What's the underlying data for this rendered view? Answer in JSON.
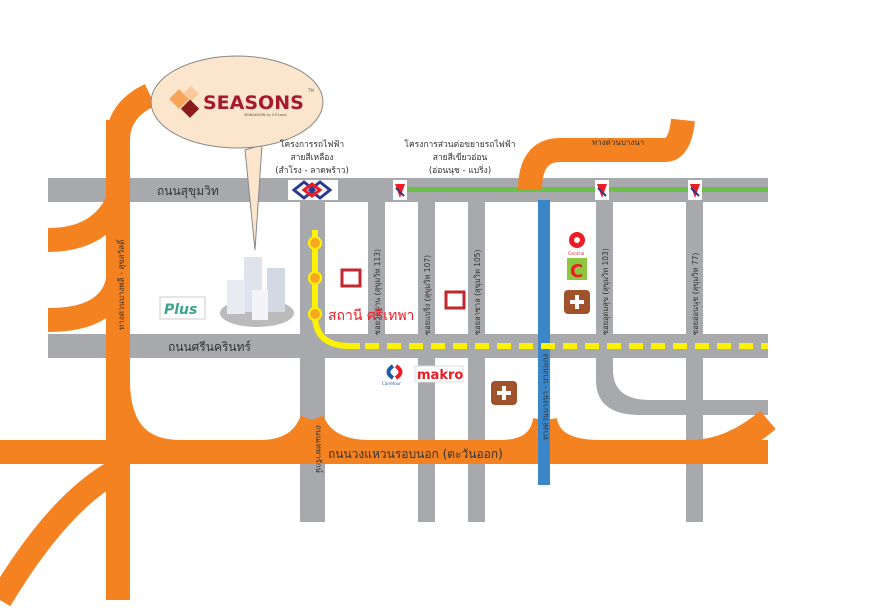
{
  "brand": {
    "name": "SEASONS",
    "sub": "SRINAKARIN by S.P.Land",
    "tm": "TM"
  },
  "transit": {
    "yellow_line": [
      "โครงการรถไฟฟ้า",
      "สายสีเหลือง",
      "(สำโรง - ลาดพร้าว)"
    ],
    "green_line": [
      "โครงการส่วนต่อขยายรถไฟฟ้า",
      "สายสีเขียวอ่อน",
      "(อ่อนนุช - แบริ่ง)"
    ],
    "station": "สถานี ศรีเทพา"
  },
  "roads": {
    "sukhumvit": "ถนนสุขุมวิท",
    "srinakarin": "ถนนศรีนครินทร์",
    "outer_ring": "ถนนวงแหวนรอบนอก (ตะวันออก)",
    "theparak": "ถนนเทพารักษ์",
    "bangphli_expressway": "ทางด่วนบางพลี - สุขสวัสดิ์",
    "bangna_bangpakong": "ทางด่วนบางนา - บางปะกง",
    "bangna_expressway": "ทางด่วนบางนา",
    "soi_113": "ซอยวัดด่าน (สุขุมวิท 113)",
    "soi_107": "ซอยแบริ่ง (สุขุมวิท 107)",
    "soi_105": "ซอยลาซาล (สุขุมวิท 105)",
    "soi_103": "ซอยอุดมสุข (สุขุมวิท 103)",
    "soi_77": "ซอยอ่อนนุช (สุขุมวิท 77)"
  },
  "landmarks": {
    "tesco_plus": "Plus",
    "carrefour": "Carrefour",
    "makro": "makro",
    "central": "Central",
    "bigc": "C"
  },
  "colors": {
    "road": "#a7a9ac",
    "expressway": "#f58220",
    "yellow": "#fff200",
    "green": "#6cc04a",
    "blue": "#3a86c8",
    "red": "#ed1c24",
    "brand": "#a6192e"
  }
}
